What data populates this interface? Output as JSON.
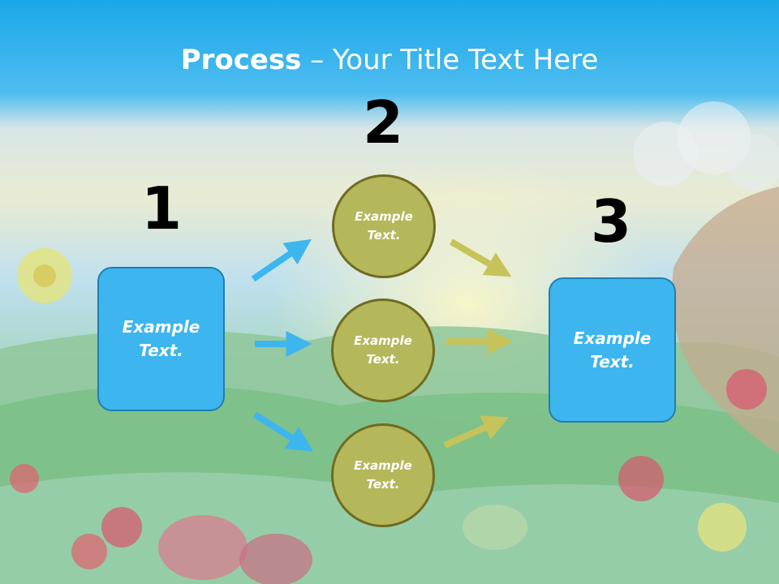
{
  "slide": {
    "title_bold": "Process",
    "title_rest": " – Your Title Text Here"
  },
  "steps": [
    {
      "number": "1",
      "text": "Example Text."
    },
    {
      "number": "2",
      "text": "Example Text."
    },
    {
      "number": "3",
      "text": "Example Text."
    }
  ],
  "circles": [
    {
      "text": "Example Text."
    },
    {
      "text": "Example Text."
    },
    {
      "text": "Example Text."
    }
  ],
  "colors": {
    "box_fill": "#3db5ee",
    "circle_fill": "#b5b75b",
    "arrow_blue": "#3db5ee",
    "arrow_olive": "#c5c35a",
    "sky_top": "#1aa7e8"
  }
}
